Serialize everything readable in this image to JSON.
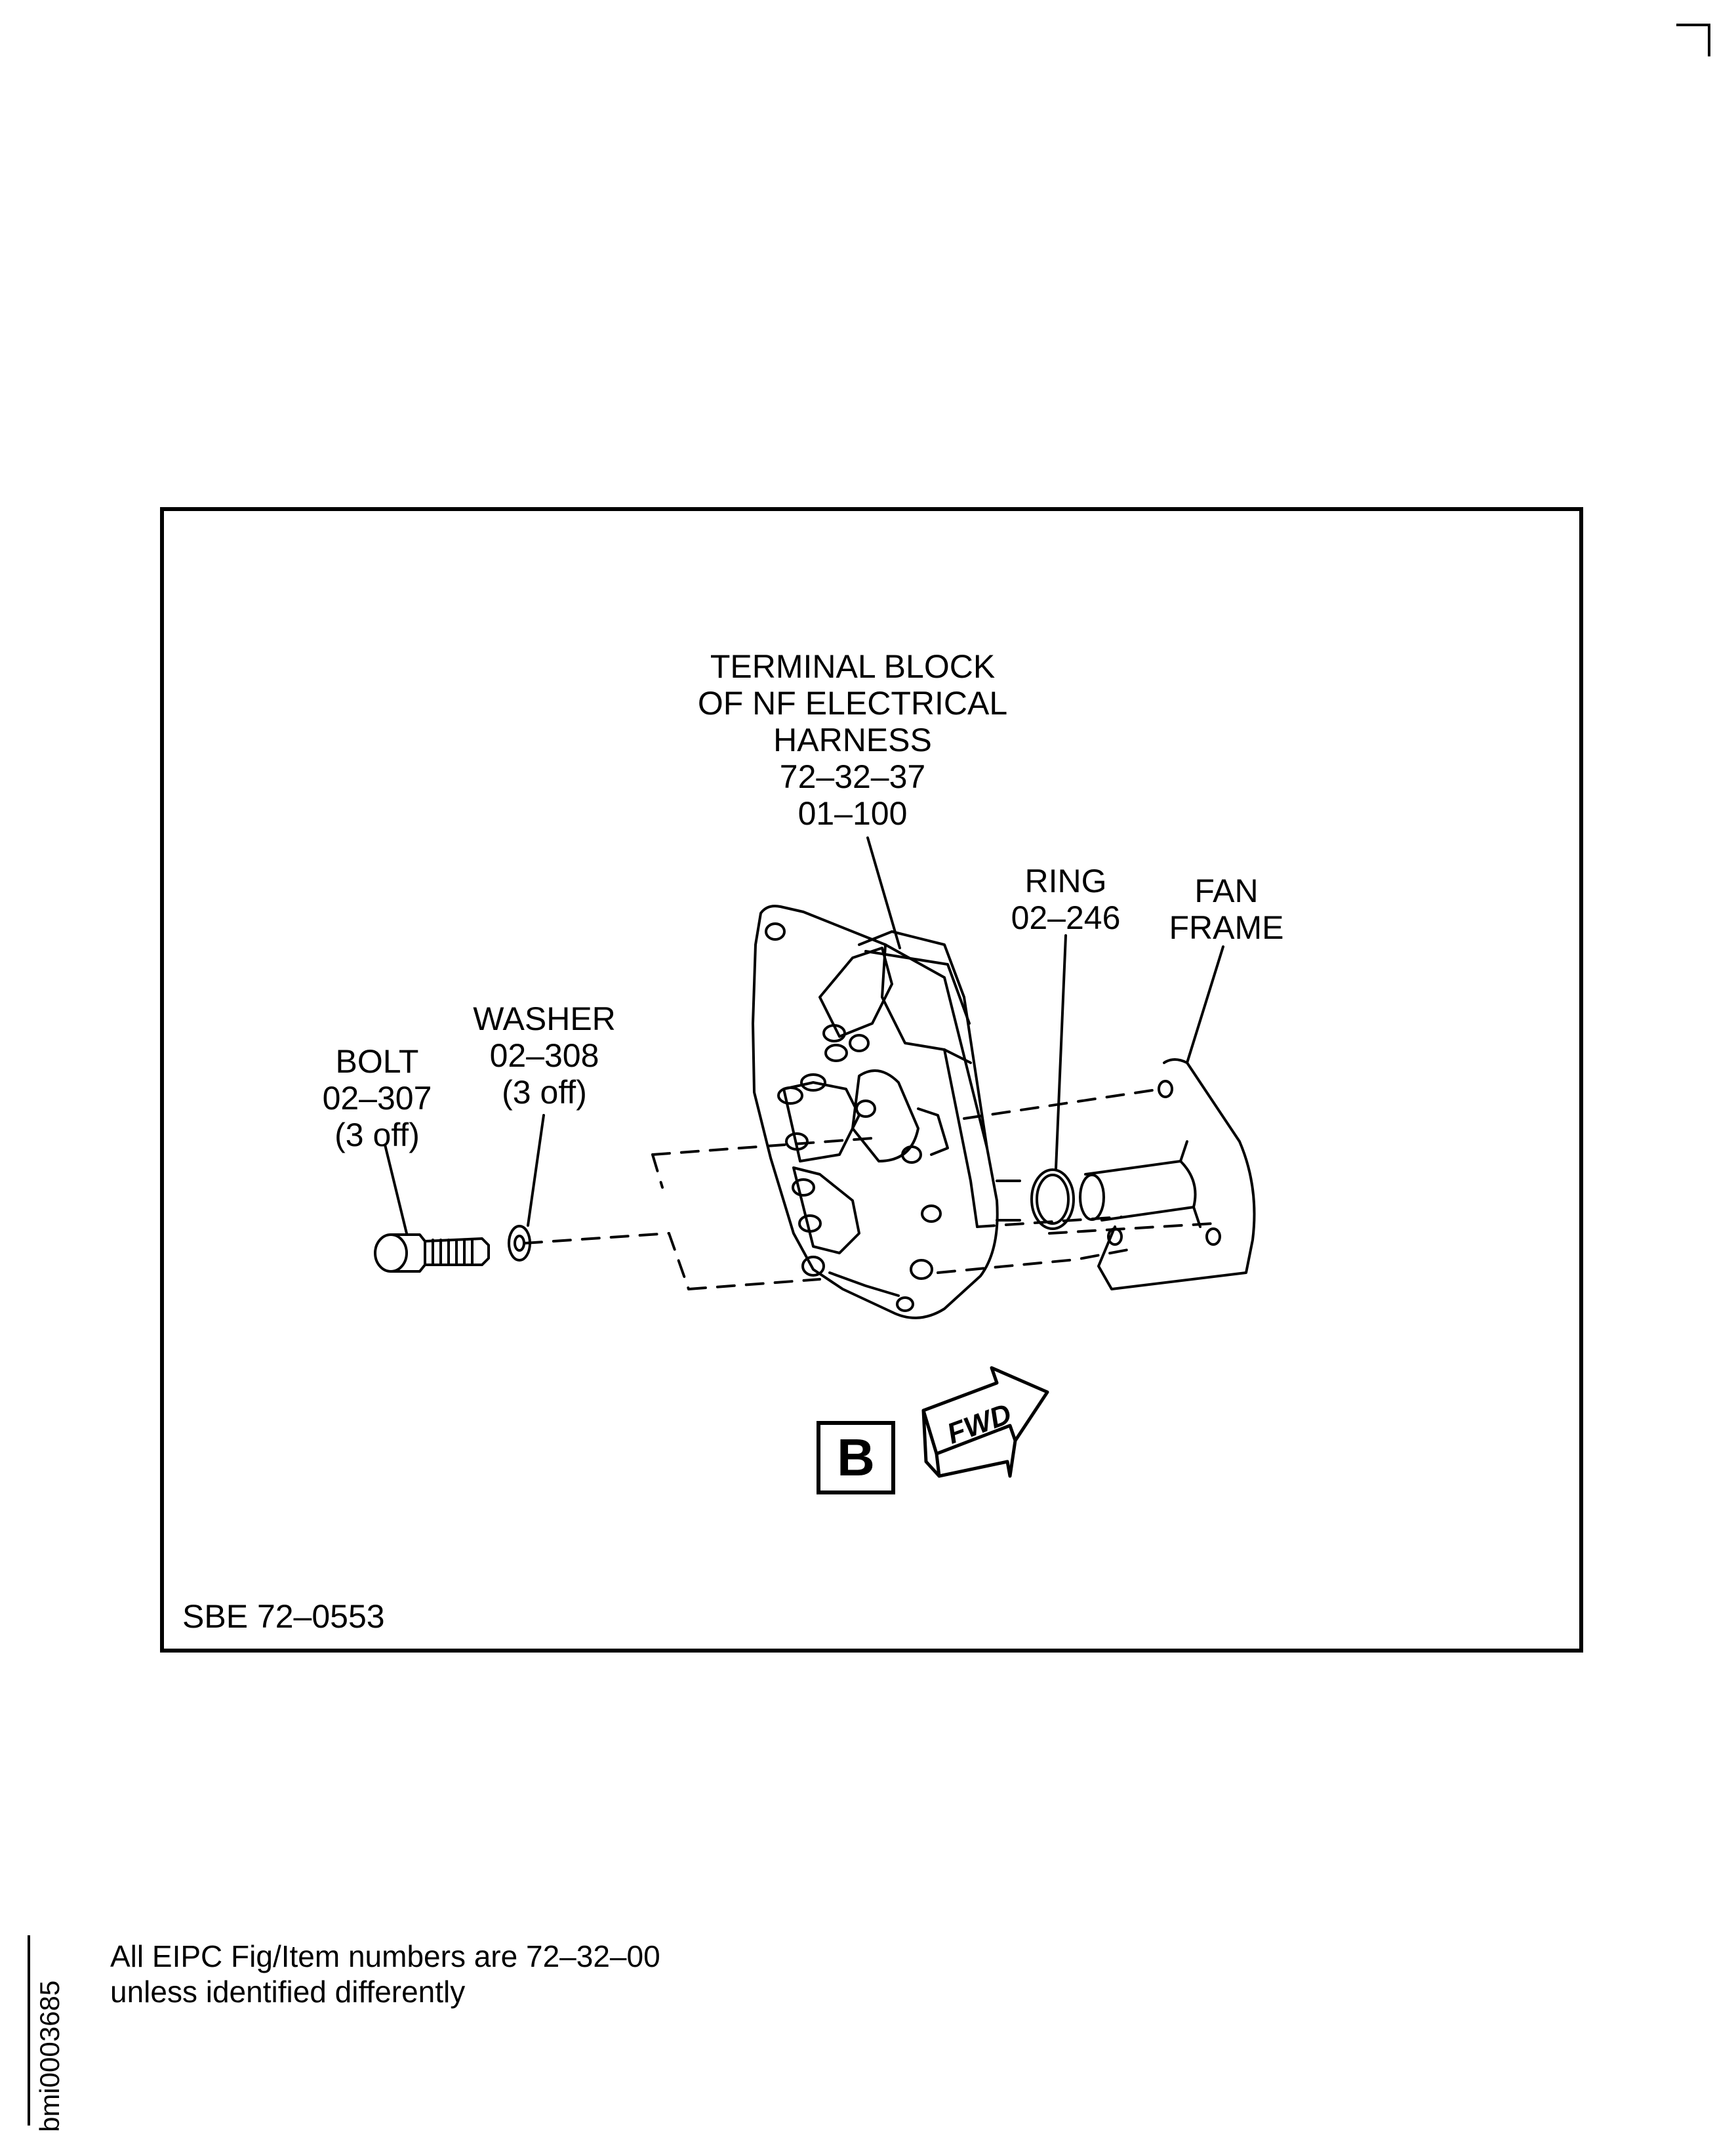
{
  "labels": {
    "terminal_block": [
      "TERMINAL BLOCK",
      "OF NF ELECTRICAL",
      "HARNESS",
      "72–32–37",
      "01–100"
    ],
    "ring": [
      "RING",
      "02–246"
    ],
    "fan_frame": [
      "FAN",
      "FRAME"
    ],
    "washer": [
      "WASHER",
      "02–308",
      "(3 off)"
    ],
    "bolt": [
      "BOLT",
      "02–307",
      "(3 off)"
    ]
  },
  "view_letter": "B",
  "fwd_arrow_text": "FWD",
  "figure_reference": "SBE 72–0553",
  "note": {
    "line1": "All EIPC Fig/Item numbers are 72–32–00",
    "line2": "unless identified differently"
  },
  "illustration_id": "bmi0003685"
}
